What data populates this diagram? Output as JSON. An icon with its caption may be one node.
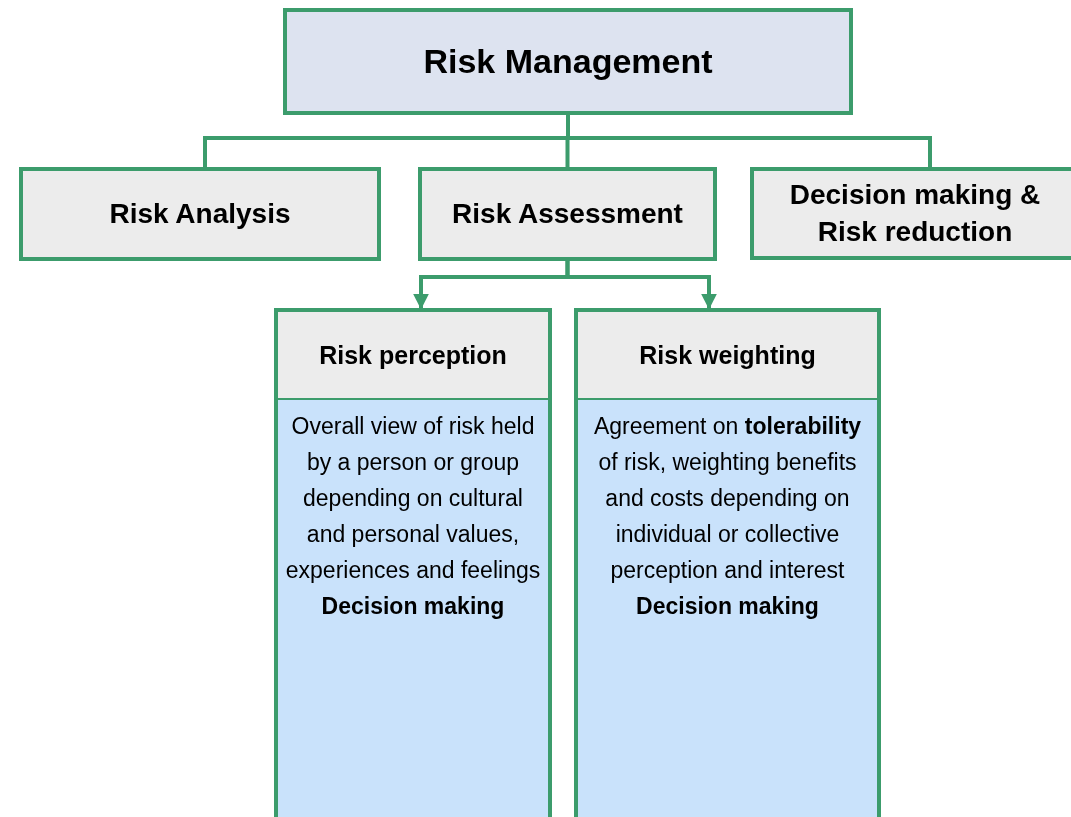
{
  "diagram": {
    "nodes": [
      {
        "text": [
          "Risk Management"
        ]
      },
      {
        "text": [
          "Risk Analysis"
        ]
      },
      {
        "text": [
          "Risk Assessment"
        ]
      },
      {
        "text": [
          "Decision making & Risk reduction"
        ]
      },
      {
        "text": [
          "Risk perception"
        ]
      },
      {
        "text": [
          "Overall view of risk held by a person or group depending on cultural and personal values, experiences and feelings",
          "Decision making"
        ]
      },
      {
        "text": [
          "Risk weighting"
        ]
      },
      {
        "text": [
          "Agreement on **tolerability** of risk, weighting benefits and costs depending on individual or collective perception and interest",
          "Decision making"
        ]
      }
    ],
    "edges": [
      {
        "from": 0,
        "to": 1,
        "arrow": "none"
      },
      {
        "from": 0,
        "to": 2,
        "arrow": "none"
      },
      {
        "from": 0,
        "to": 3,
        "arrow": "none"
      },
      {
        "from": 2,
        "to": 4,
        "arrow": "to"
      },
      {
        "from": 2,
        "to": 6,
        "arrow": "to"
      }
    ]
  }
}
